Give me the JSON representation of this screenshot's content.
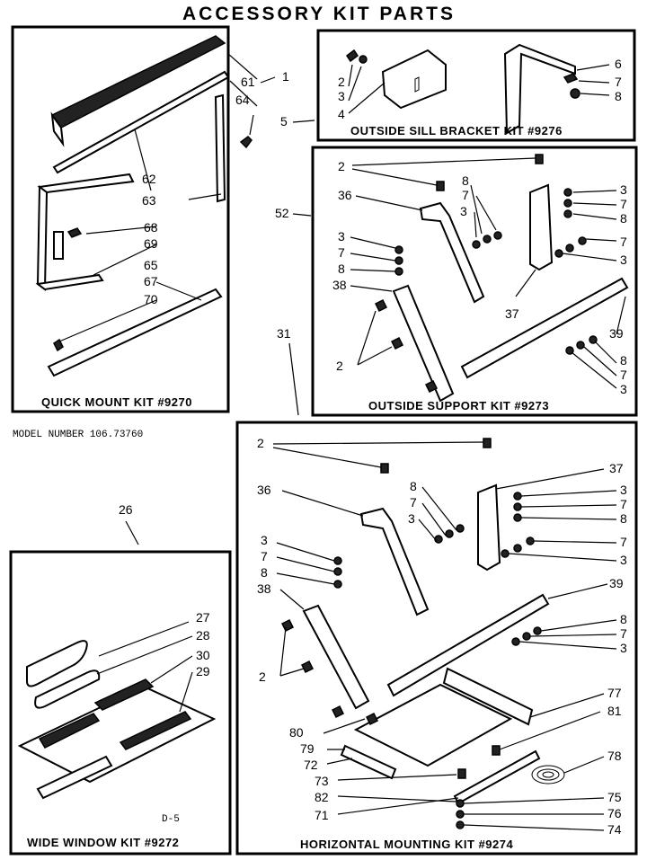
{
  "title": "ACCESSORY KIT PARTS",
  "model_number": "MODEL NUMBER 106.73760",
  "footer_code": "D-5",
  "kits": {
    "quick_mount": "QUICK MOUNT KIT #9270",
    "sill_bracket": "OUTSIDE SILL BRACKET KIT #9276",
    "outside_support": "OUTSIDE SUPPORT KIT #9273",
    "wide_window": "WIDE WINDOW KIT #9272",
    "horizontal_mounting": "HORIZONTAL MOUNTING KIT #9274"
  },
  "callouts": {
    "c1": "1",
    "c61": "61",
    "c64": "64",
    "c62": "62",
    "c63": "63",
    "c68": "68",
    "c69": "69",
    "c65": "65",
    "c67": "67",
    "c70": "70",
    "s2": "2",
    "s3": "3",
    "s4": "4",
    "s5": "5",
    "s6": "6",
    "s7": "7",
    "s8": "8",
    "o2a": "2",
    "o36": "36",
    "o8a": "8",
    "o7a": "7",
    "o3a": "3",
    "o3b": "3",
    "o7b": "7",
    "o8b": "8",
    "o38": "38",
    "o2b": "2",
    "o37": "37",
    "o3c": "3",
    "o7c": "7",
    "o8c": "8",
    "o7d": "7",
    "o3d": "3",
    "o39": "39",
    "o8d": "8",
    "o7e": "7",
    "o3e": "3",
    "o52": "52",
    "h31": "31",
    "h2a": "2",
    "h37": "37",
    "h36": "36",
    "h8a": "8",
    "h7a": "7",
    "h3a": "3",
    "h3b": "3",
    "h7b": "7",
    "h8b": "8",
    "h38": "38",
    "h3c": "3",
    "h7c": "7",
    "h8c": "8",
    "h7d": "7",
    "h3d": "3",
    "h39": "39",
    "h8d": "8",
    "h7e": "7",
    "h3e": "3",
    "h2b": "2",
    "h77": "77",
    "h81": "81",
    "h80": "80",
    "h79": "79",
    "h72": "72",
    "h78": "78",
    "h73": "73",
    "h82": "82",
    "h71": "71",
    "h75": "75",
    "h76": "76",
    "h74": "74",
    "w26": "26",
    "w27": "27",
    "w28": "28",
    "w30": "30",
    "w29": "29"
  }
}
